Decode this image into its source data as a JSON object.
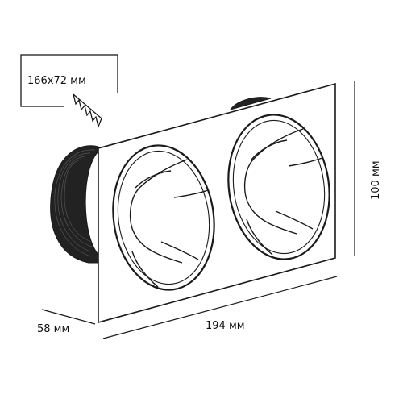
{
  "drawing": {
    "cutout_label": "166x72 мм",
    "width_label": "194 мм",
    "height_label": "100 мм",
    "depth_label": "58 мм"
  },
  "colors": {
    "line": "#1a1a1a",
    "background": "#ffffff"
  }
}
